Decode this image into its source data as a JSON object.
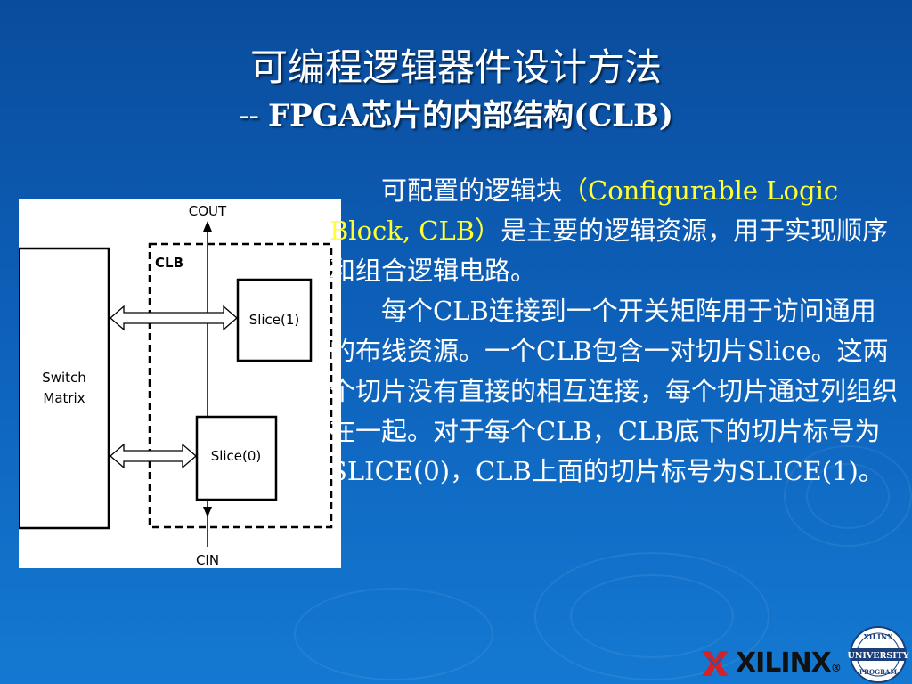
{
  "slide": {
    "title": "可编程逻辑器件设计方法",
    "subtitle_dash": "--",
    "subtitle": "FPGA芯片的内部结构(CLB)"
  },
  "diagram": {
    "switch_matrix_line1": "Switch",
    "switch_matrix_line2": "Matrix",
    "clb_label": "CLB",
    "slice1_label": "Slice(1)",
    "slice0_label": "Slice(0)",
    "cout_label": "COUT",
    "cin_label": "CIN"
  },
  "body": {
    "p1_part1": "可配置的逻辑块",
    "p1_highlight": "（Configurable Logic Block, CLB）",
    "p1_part2": "是主要的逻辑资源，用于实现顺序和组合逻辑电路。",
    "p2": "每个CLB连接到一个开关矩阵用于访问通用的布线资源。一个CLB包含一对切片Slice。这两个切片没有直接的相互连接，每个切片通过列组织在一起。对于每个CLB，CLB底下的切片标号为SLICE(0)，CLB上面的切片标号为SLICE(1)。"
  },
  "branding": {
    "xilinx_logo_text": "XILINX",
    "registered_mark": "®",
    "seal_top": "XILINX",
    "seal_middle": "UNIVERSITY",
    "seal_bottom": "PROGRAM"
  },
  "colors": {
    "background_top": "#0a4c9c",
    "background_bottom": "#1479d2",
    "highlight": "#ffff33",
    "xilinx_red": "#d2222a"
  }
}
